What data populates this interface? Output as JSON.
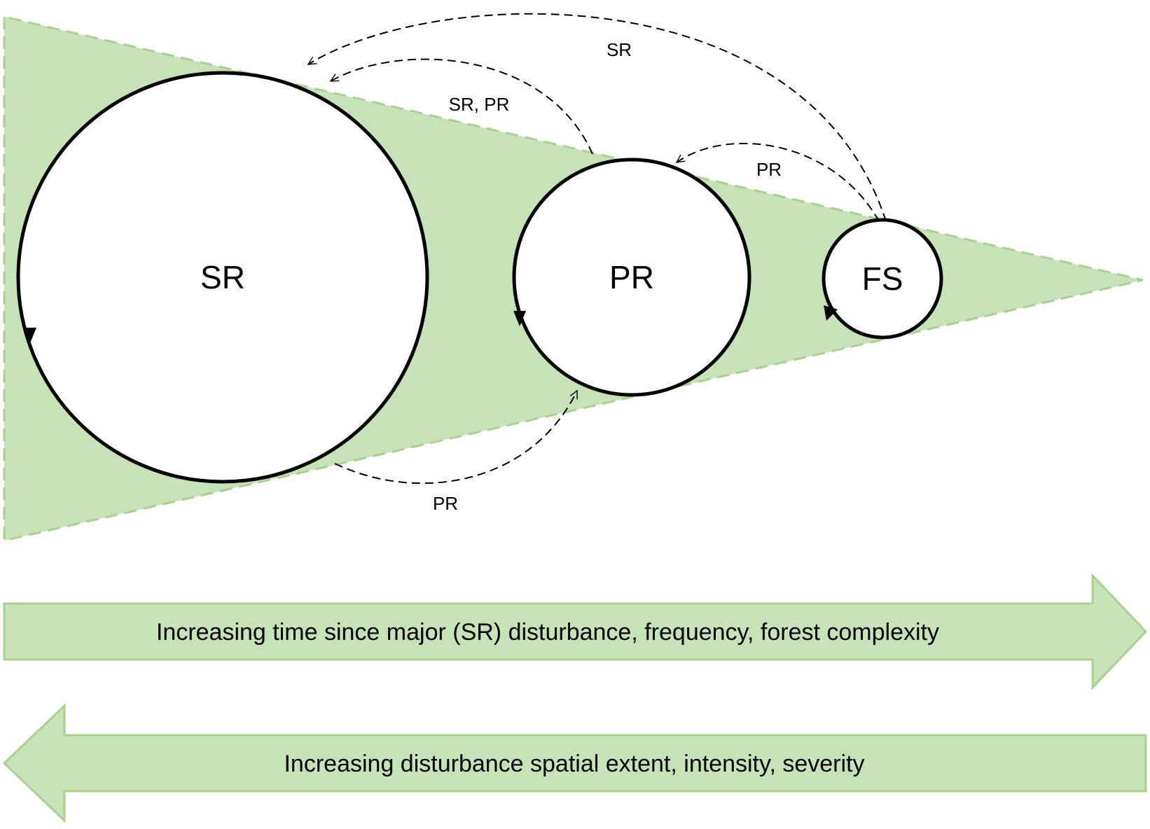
{
  "colors": {
    "wedge_fill": "#c6e2b7",
    "wedge_stroke": "#a9d18e",
    "arrow_fill": "#c6e2b7",
    "arrow_stroke": "#a9d18e",
    "line": "#000000"
  },
  "nodes": {
    "sr": "SR",
    "pr": "PR",
    "fs": "FS"
  },
  "edges": {
    "fs_to_sr": "SR",
    "pr_to_sr": "SR, PR",
    "fs_to_pr": "PR",
    "sr_to_pr": "PR"
  },
  "arrows": {
    "right": "Increasing time since major (SR) disturbance, frequency, forest complexity",
    "left": "Increasing disturbance spatial extent, intensity, severity"
  }
}
